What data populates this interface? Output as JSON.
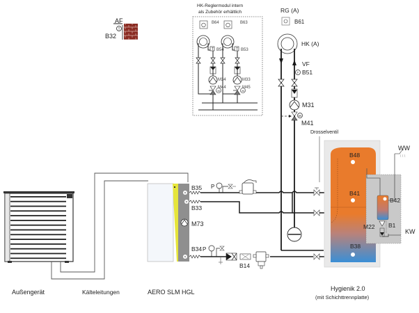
{
  "labels": {
    "outdoor_unit": "Außengerät",
    "refrigerant_lines": "Kälteleitungen",
    "indoor_unit": "AERO SLM HGL",
    "tank_title": "Hygienik 2.0",
    "tank_subtitle": "(mit Schichttrennplatte)",
    "outdoor_sensor_title": "AF",
    "outdoor_sensor_id": "B32",
    "module_note_line1": "HK-Reglermodul intern",
    "module_note_line2": "als Zubehör erhältlich",
    "module_b64": "B64",
    "module_b63": "B63",
    "module_b54": "B54",
    "module_b53": "B53",
    "module_m34": "M34",
    "module_m33": "M33",
    "module_m44": "M44",
    "module_m45": "M45",
    "room_unit": "RG (A)",
    "room_sensor": "B61",
    "heating_circuit": "HK (A)",
    "flow_sensor_title": "VF",
    "flow_sensor": "B51",
    "pump_m31": "M31",
    "mixer_m41": "M41",
    "throttle_valve": "Drosselventil",
    "hot_water": "WW",
    "cold_water": "KW",
    "sensor_b35": "B35",
    "sensor_b33": "B33",
    "pump_m73": "M73",
    "sensor_b34": "B34",
    "sensor_b14": "B14",
    "sensor_b48": "B48",
    "sensor_b41": "B41",
    "sensor_b38": "B38",
    "sensor_b42": "B42",
    "sensor_b1": "B1",
    "pump_m22": "M22",
    "pressure_p": "P"
  },
  "colors": {
    "line": "#1a1a1a",
    "tank_hot": "#e97b2c",
    "tank_cold": "#3a8fd6",
    "tank_casing": "#e9e9e9",
    "module_bg": "#c9c9c9",
    "brick": "#8a2b22",
    "indoor_panel": "#8f8f8f",
    "indoor_accent": "#e6e53a",
    "indoor_body": "#f4f7fb"
  }
}
